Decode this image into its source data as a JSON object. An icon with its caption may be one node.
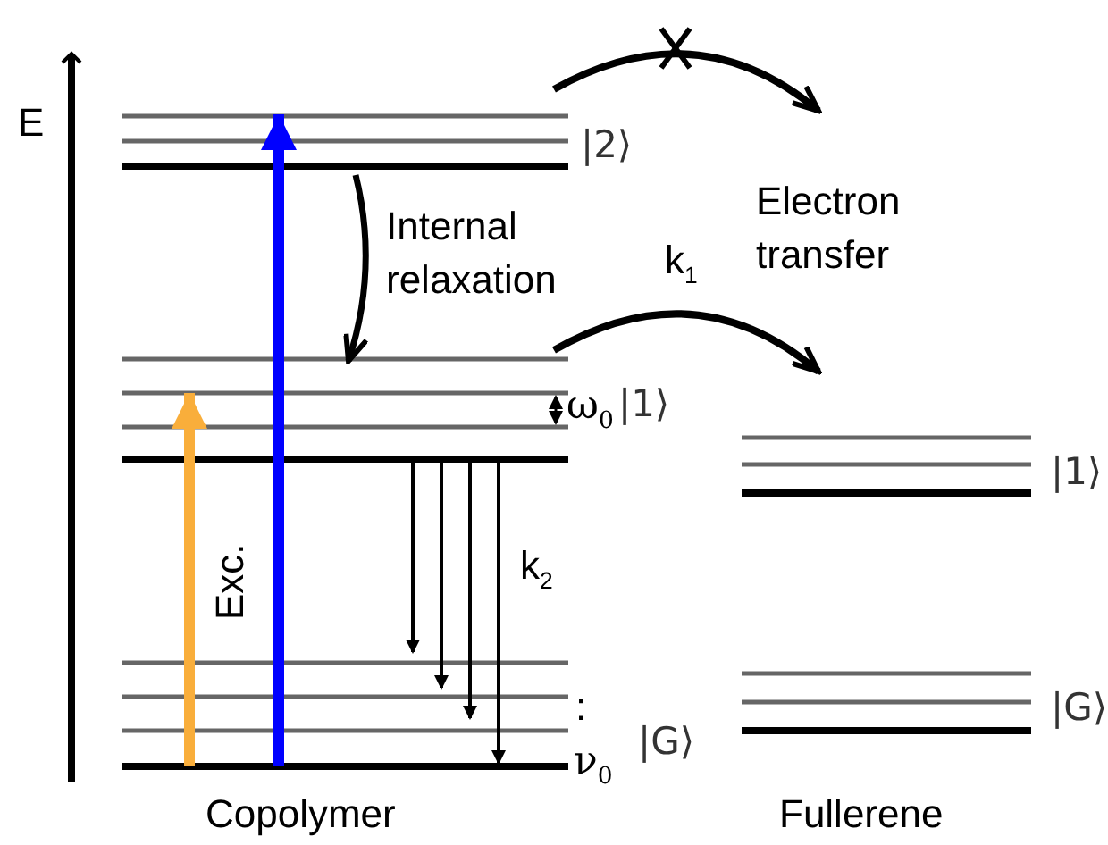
{
  "diagram": {
    "labels": [
      "E",
      "|2⟩",
      "Internal relaxation",
      "k$_{1}$",
      "Electron transfer",
      "ω$_{0}$",
      "|1⟩",
      "Exc.",
      "k$_{2}$",
      ":",
      "|G⟩",
      "ν$_{0}$",
      "|1⟩",
      "|G⟩",
      "Copolymer",
      "Fullerene"
    ]
  }
}
